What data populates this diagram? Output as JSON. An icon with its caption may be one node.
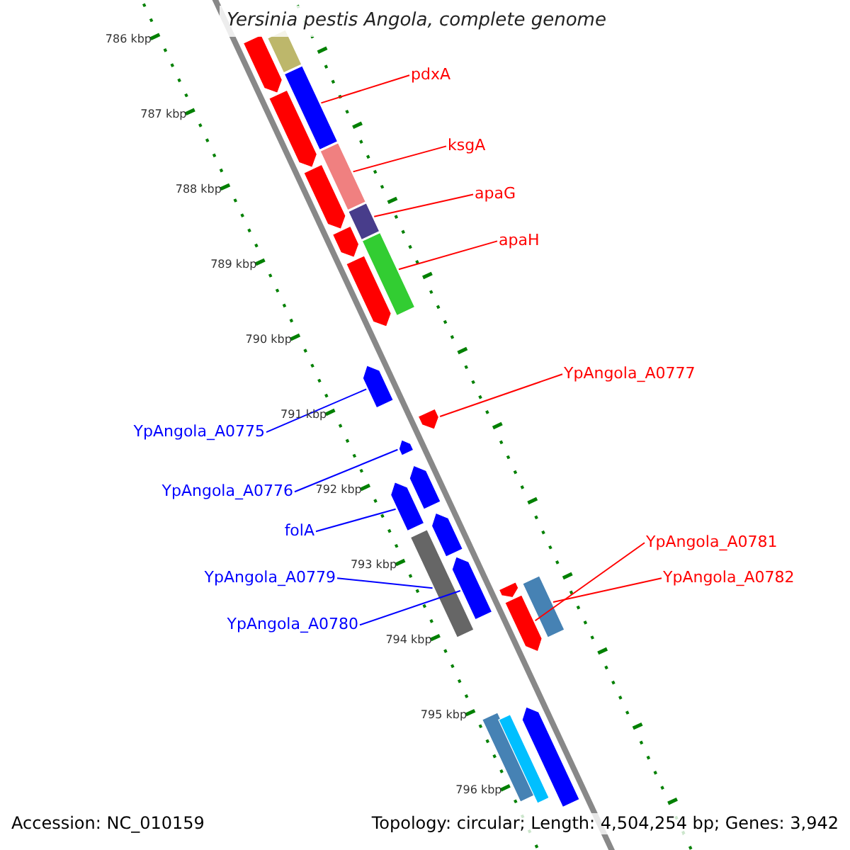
{
  "diagram": {
    "title": "Yersinia pestis Angola, complete genome",
    "nodes": [
      {
        "text": [
          "pdxA"
        ]
      },
      {
        "text": [
          "ksgA"
        ]
      },
      {
        "text": [
          "apaG"
        ]
      },
      {
        "text": [
          "apaH"
        ]
      },
      {
        "text": [
          "YpAngola_A0777"
        ]
      },
      {
        "text": [
          "YpAngola_A0775"
        ]
      },
      {
        "text": [
          "YpAngola_A0776"
        ]
      },
      {
        "text": [
          "folA"
        ]
      },
      {
        "text": [
          "YpAngola_A0779"
        ]
      },
      {
        "text": [
          "YpAngola_A0780"
        ]
      },
      {
        "text": [
          "YpAngola_A0781"
        ]
      },
      {
        "text": [
          "YpAngola_A0782"
        ]
      },
      {
        "text": [],
        "shape": "bar"
      },
      {
        "text": [],
        "shape": "bar"
      },
      {
        "text": [],
        "shape": "bar"
      },
      {
        "text": [],
        "shape": "bar"
      },
      {
        "text": [],
        "shape": "bar"
      },
      {
        "text": [],
        "shape": "bar"
      },
      {
        "text": [],
        "shape": "bar"
      },
      {
        "text": [],
        "shape": "bar"
      },
      {
        "text": [],
        "shape": "bar"
      },
      {
        "text": [],
        "shape": "bar"
      },
      {
        "text": [],
        "shape": "bar"
      },
      {
        "text": [],
        "shape": "bar"
      },
      {
        "text": [],
        "shape": "bar"
      },
      {
        "text": [],
        "shape": "bar"
      },
      {
        "text": [],
        "shape": "bar"
      },
      {
        "text": [],
        "shape": "bar"
      },
      {
        "text": [],
        "shape": "bar"
      },
      {
        "text": [],
        "shape": "bar"
      },
      {
        "text": [],
        "shape": "bar"
      },
      {
        "text": [],
        "shape": "bar"
      },
      {
        "text": [],
        "shape": "bar"
      },
      {
        "text": [],
        "shape": "bar"
      },
      {
        "text": [],
        "shape": "bar"
      },
      {
        "text": [],
        "shape": "bar"
      }
    ],
    "edges": [
      {
        "from": 0,
        "to": 12,
        "arrow": "none"
      },
      {
        "from": 1,
        "to": 13,
        "arrow": "none"
      },
      {
        "from": 2,
        "to": 14,
        "arrow": "none"
      },
      {
        "from": 3,
        "to": 15,
        "arrow": "none"
      },
      {
        "from": 4,
        "to": 16,
        "arrow": "none"
      },
      {
        "from": 5,
        "to": 17,
        "arrow": "none",
        "color": "#0000ff"
      },
      {
        "from": 6,
        "to": 18,
        "arrow": "none",
        "color": "#0000ff"
      },
      {
        "from": 7,
        "to": 19,
        "arrow": "none",
        "color": "#0000ff"
      },
      {
        "from": 8,
        "to": 20,
        "arrow": "none",
        "color": "#0000ff"
      },
      {
        "from": 9,
        "to": 21,
        "arrow": "none",
        "color": "#0000ff"
      },
      {
        "from": 10,
        "to": 22,
        "arrow": "none"
      },
      {
        "from": 11,
        "to": 23,
        "arrow": "none"
      }
    ],
    "labels": [
      "786 kbp",
      "787 kbp",
      "788 kbp",
      "789 kbp",
      "790 kbp",
      "791 kbp",
      "792 kbp",
      "793 kbp",
      "794 kbp",
      "795 kbp",
      "796 kbp",
      "Accession: NC_010159",
      "Topology: circular; Length: 4,504,254 bp; Genes: 3,942"
    ]
  }
}
